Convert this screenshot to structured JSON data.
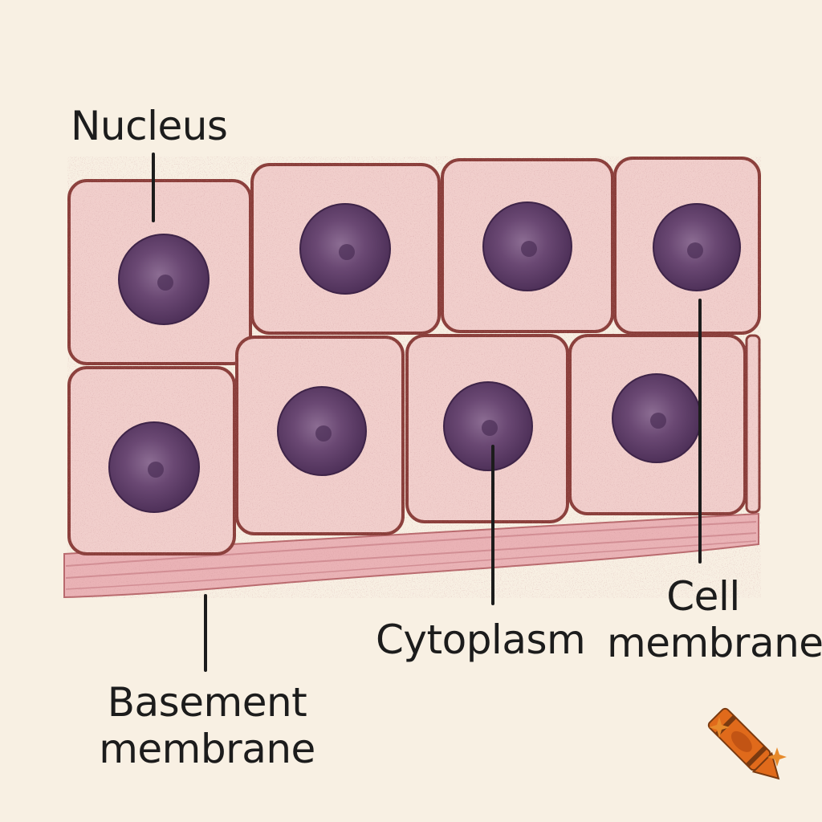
{
  "labels": {
    "nucleus": "Nucleus",
    "cell_membrane_line1": "Cell",
    "cell_membrane_line2": "membrane",
    "cytoplasm": "Cytoplasm",
    "basement_membrane_line1": "Basement",
    "basement_membrane_line2": "membrane"
  },
  "colors": {
    "background": "#f8f0e3",
    "cytoplasm": "#f1cfcc",
    "membrane_outline": "#8a3e3a",
    "nucleus": "#5c3a66",
    "basement": "#eab3b6",
    "leader_line": "#1c1c1c",
    "crayon": "#e06a1b"
  },
  "icons": [
    "crayon-icon",
    "sparkle-icon"
  ]
}
